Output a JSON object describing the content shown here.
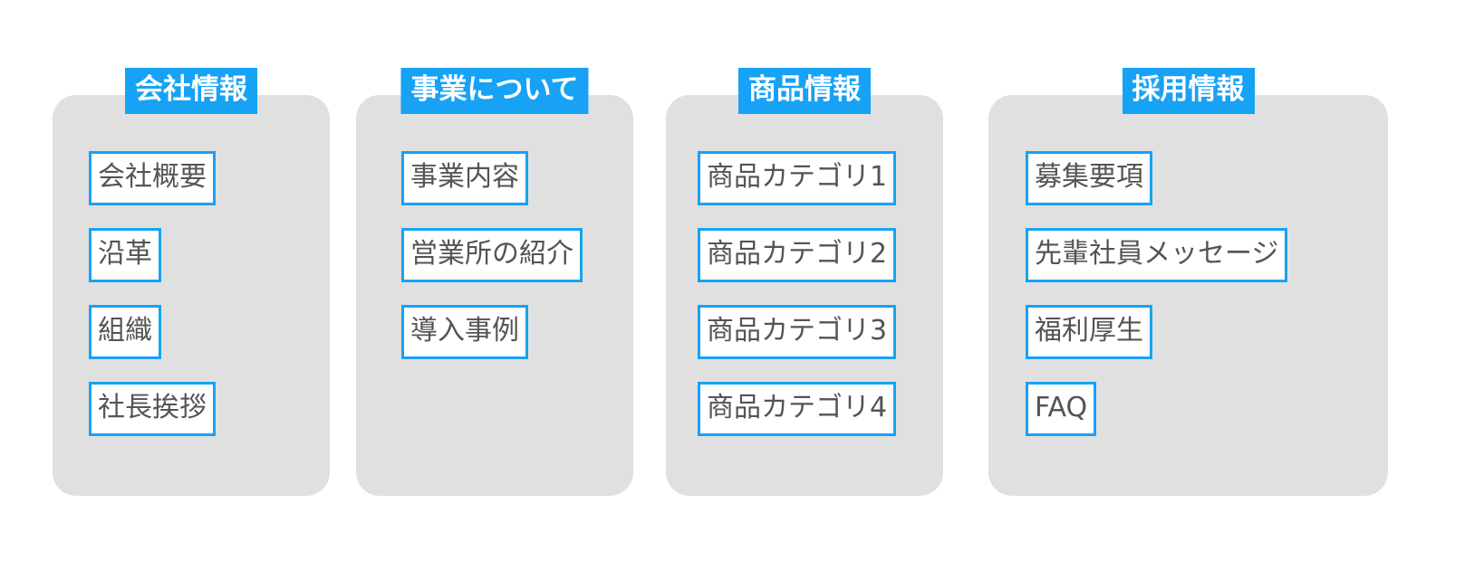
{
  "diagram": {
    "type": "sitemap",
    "colors": {
      "accent": "#17a2f5",
      "panel": "#e0e0e0",
      "item_text": "#545454",
      "header_text": "#ffffff",
      "item_fill": "#ffffff",
      "background": "#ffffff"
    },
    "columns": [
      {
        "id": "company",
        "header": "会社情報",
        "items": [
          {
            "label": "会社概要"
          },
          {
            "label": "沿革"
          },
          {
            "label": "組織"
          },
          {
            "label": "社長挨拶"
          }
        ]
      },
      {
        "id": "business",
        "header": "事業について",
        "items": [
          {
            "label": "事業内容"
          },
          {
            "label": "営業所の紹介"
          },
          {
            "label": "導入事例"
          }
        ]
      },
      {
        "id": "products",
        "header": "商品情報",
        "items": [
          {
            "label": "商品カテゴリ1"
          },
          {
            "label": "商品カテゴリ2"
          },
          {
            "label": "商品カテゴリ3"
          },
          {
            "label": "商品カテゴリ4"
          }
        ]
      },
      {
        "id": "recruit",
        "header": "採用情報",
        "items": [
          {
            "label": "募集要項"
          },
          {
            "label": "先輩社員メッセージ"
          },
          {
            "label": "福利厚生"
          },
          {
            "label": "FAQ"
          }
        ]
      }
    ]
  }
}
